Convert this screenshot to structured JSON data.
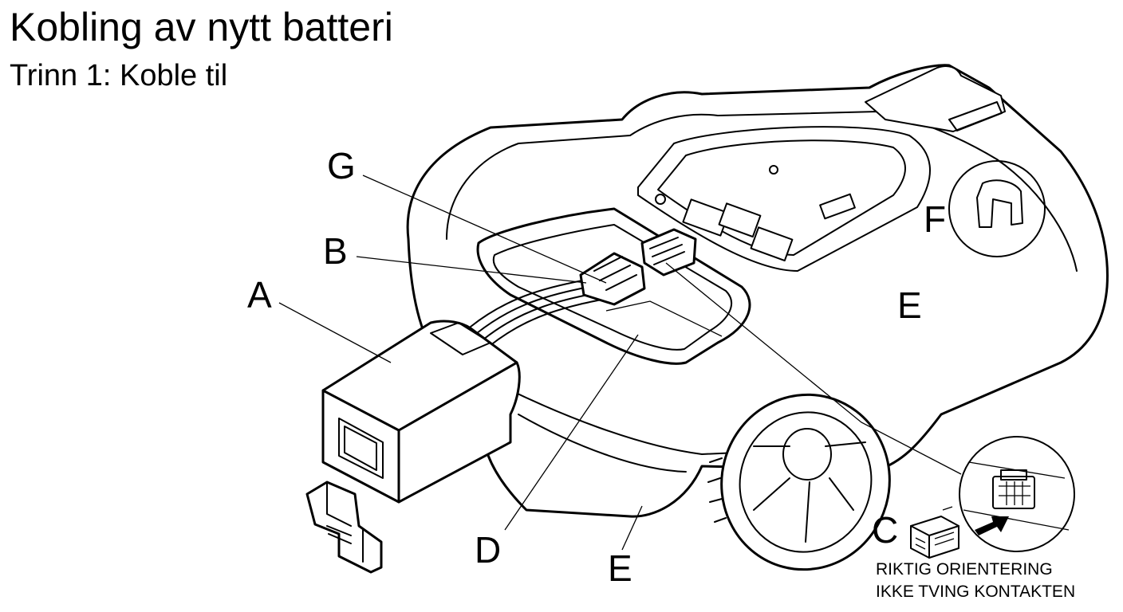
{
  "header": {
    "title": "Kobling av nytt batteri",
    "subtitle": "Trinn 1: Koble til"
  },
  "callouts": {
    "A": "A",
    "B": "B",
    "C": "C",
    "D": "D",
    "E_body": "E",
    "E_bottom": "E",
    "F": "F",
    "G": "G"
  },
  "notes": {
    "orientation": "RIKTIG ORIENTERING",
    "no_force": "IKKE TVING KONTAKTEN"
  }
}
